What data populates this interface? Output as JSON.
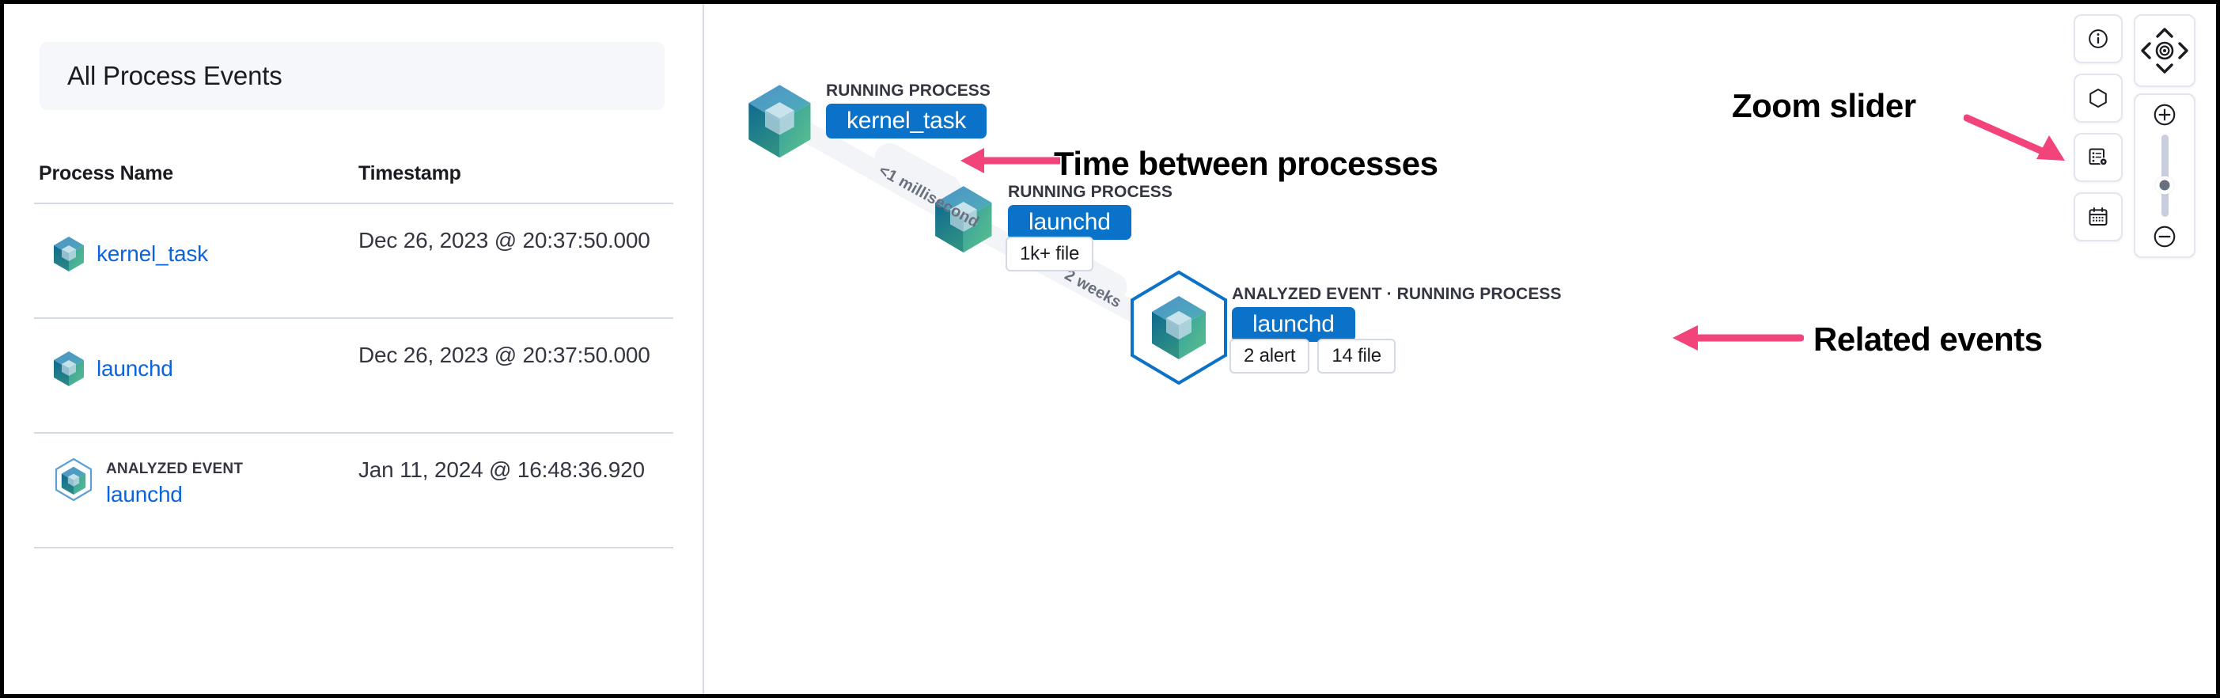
{
  "left_panel": {
    "title": "All Process Events",
    "table": {
      "columns": [
        "Process Name",
        "Timestamp"
      ],
      "rows": [
        {
          "icon": "process-cube-icon",
          "tag": "",
          "process_name": "kernel_task",
          "timestamp": "Dec 26, 2023 @ 20:37:50.000"
        },
        {
          "icon": "process-cube-icon",
          "tag": "",
          "process_name": "launchd",
          "timestamp": "Dec 26, 2023 @ 20:37:50.000"
        },
        {
          "icon": "analyzed-event-cube-icon",
          "tag": "ANALYZED EVENT",
          "process_name": "launchd",
          "timestamp": "Jan 11, 2024 @ 16:48:36.920"
        }
      ]
    }
  },
  "graph": {
    "nodes": [
      {
        "id": "n1",
        "kind": "RUNNING PROCESS",
        "label": "kernel_task",
        "analyzed": false,
        "badges": []
      },
      {
        "id": "n2",
        "kind": "RUNNING PROCESS",
        "label": "launchd",
        "analyzed": false,
        "badges": [
          "1k+ file"
        ]
      },
      {
        "id": "n3",
        "kind": "ANALYZED EVENT · RUNNING PROCESS",
        "label": "launchd",
        "analyzed": true,
        "badges": [
          "2 alert",
          "14 file"
        ]
      }
    ],
    "edges": [
      {
        "from": "n1",
        "to": "n2",
        "label": "<1 millisecond"
      },
      {
        "from": "n2",
        "to": "n3",
        "label": "2 weeks"
      }
    ],
    "colors": {
      "pill": "#0a72c8",
      "analyzed_outline": "#0b72c8",
      "edge": "#f3f4f8",
      "annotation_arrow": "#f2437b"
    }
  },
  "annotations": [
    {
      "text": "Zoom slider",
      "target": "zoom-slider-handle"
    },
    {
      "text": "Time between processes",
      "target": "edge-time-label"
    },
    {
      "text": "Related events",
      "target": "related-events-badges"
    }
  ],
  "controls": {
    "icon_buttons": [
      {
        "name": "info-icon",
        "title": "Information"
      },
      {
        "name": "hexagon-icon",
        "title": "Node options"
      },
      {
        "name": "list-settings-icon",
        "title": "List settings"
      },
      {
        "name": "calendar-icon",
        "title": "Date picker"
      }
    ],
    "nav_cluster": {
      "up": "chevron-up-icon",
      "left": "chevron-left-icon",
      "center": "target-icon",
      "right": "chevron-right-icon",
      "down": "chevron-down-icon"
    },
    "zoom": {
      "in": "plus-circle-icon",
      "out": "minus-circle-icon",
      "handle_position_percent": 62
    }
  }
}
